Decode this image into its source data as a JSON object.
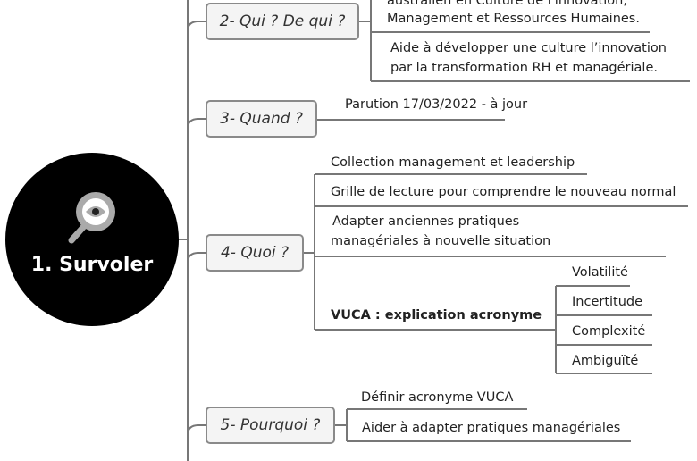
{
  "central": {
    "title": "1. Survoler",
    "icon": "magnifier-eye-icon"
  },
  "topics": [
    {
      "label": "2- Qui ? De qui ?",
      "items": [
        "australien en Culture de l'innovation,",
        "Management et Ressources Humaines.",
        "Aide à développer une culture l’innovation",
        "par la transformation RH et managériale."
      ]
    },
    {
      "label": "3- Quand ?",
      "items": [
        "Parution 17/03/2022 - à jour"
      ]
    },
    {
      "label": "4- Quoi ?",
      "items": [
        "Collection management et leadership",
        "Grille de lecture pour comprendre le nouveau normal",
        "Adapter anciennes pratiques",
        "managériales à nouvelle situation",
        "VUCA : explication acronyme"
      ],
      "vuca": [
        "Volatilité",
        "Incertitude",
        "Complexité",
        "Ambiguïté"
      ]
    },
    {
      "label": "5- Pourquoi ?",
      "items": [
        "Définir acronyme VUCA",
        "Aider à adapter pratiques managériales"
      ]
    }
  ]
}
